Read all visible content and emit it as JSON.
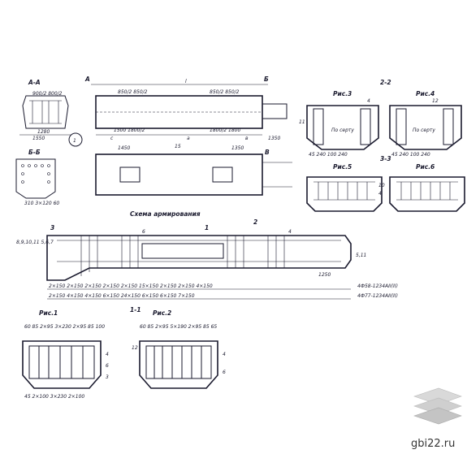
{
  "sheet": {
    "section_aa": "А-А",
    "section_bb": "Б-Б",
    "section_22": "2-2",
    "section_33": "3-3",
    "section_11": "1-1",
    "scheme_title": "Схема армирования",
    "fig1": "Рис.1",
    "fig2": "Рис.2",
    "fig3": "Рис.3",
    "fig4": "Рис.4",
    "fig5": "Рис.5",
    "fig6": "Рис.6",
    "dim_l": "l",
    "dim_a": "a",
    "dim_b": "в",
    "dim_c": "c",
    "mark_A": "А",
    "mark_B": "Б",
    "mark_V": "В",
    "dim_1450": "1450",
    "dim_1350": "1350",
    "dim_15": "15",
    "dim_1250": "1250",
    "dim_1550": "1550",
    "dim_1280": "1280",
    "top_dims_left": "850/2  850/2",
    "top_dims_right": "850/2  850/2",
    "bottom_dims_left": "1500  1800/2",
    "bottom_dims_right": "1800/2  1800",
    "spacing_row1": "2×150  2×150  2×150  2×150  2×150        15×150        2×150  2×150  4×150",
    "spacing_row2": "2×150  4×150   4×150   6×150         24×150          6×150  6×150  7×150",
    "rebar_note1": "4Ф58-1234АII(II)",
    "rebar_note2": "4Ф77-1234АII(II)",
    "pos_labels": "8,9,10,11  5,6,7",
    "label_511": "5,11",
    "fig1_dims": "60 85 2×95  3×230  2×95 85 100",
    "fig2_dims": "60 85 2×95  5×190  2×95 85 65",
    "fig1_bottom": "45  2×100  3×230  2×100",
    "fig3_note": "По серту",
    "fig4_note": "По серту",
    "fig3_dims": "45  240  100  240",
    "fig4_dims": "45  240  100  240",
    "bb_dims": "310  3×120  60",
    "aa_dims": "900/2  800/2",
    "label_12": "12",
    "label_4": "4",
    "label_3": "3",
    "label_1": "1",
    "label_2": "2",
    "label_6": "6",
    "label_10": "10",
    "label_11": "11",
    "watermark": "gbi22.ru"
  }
}
